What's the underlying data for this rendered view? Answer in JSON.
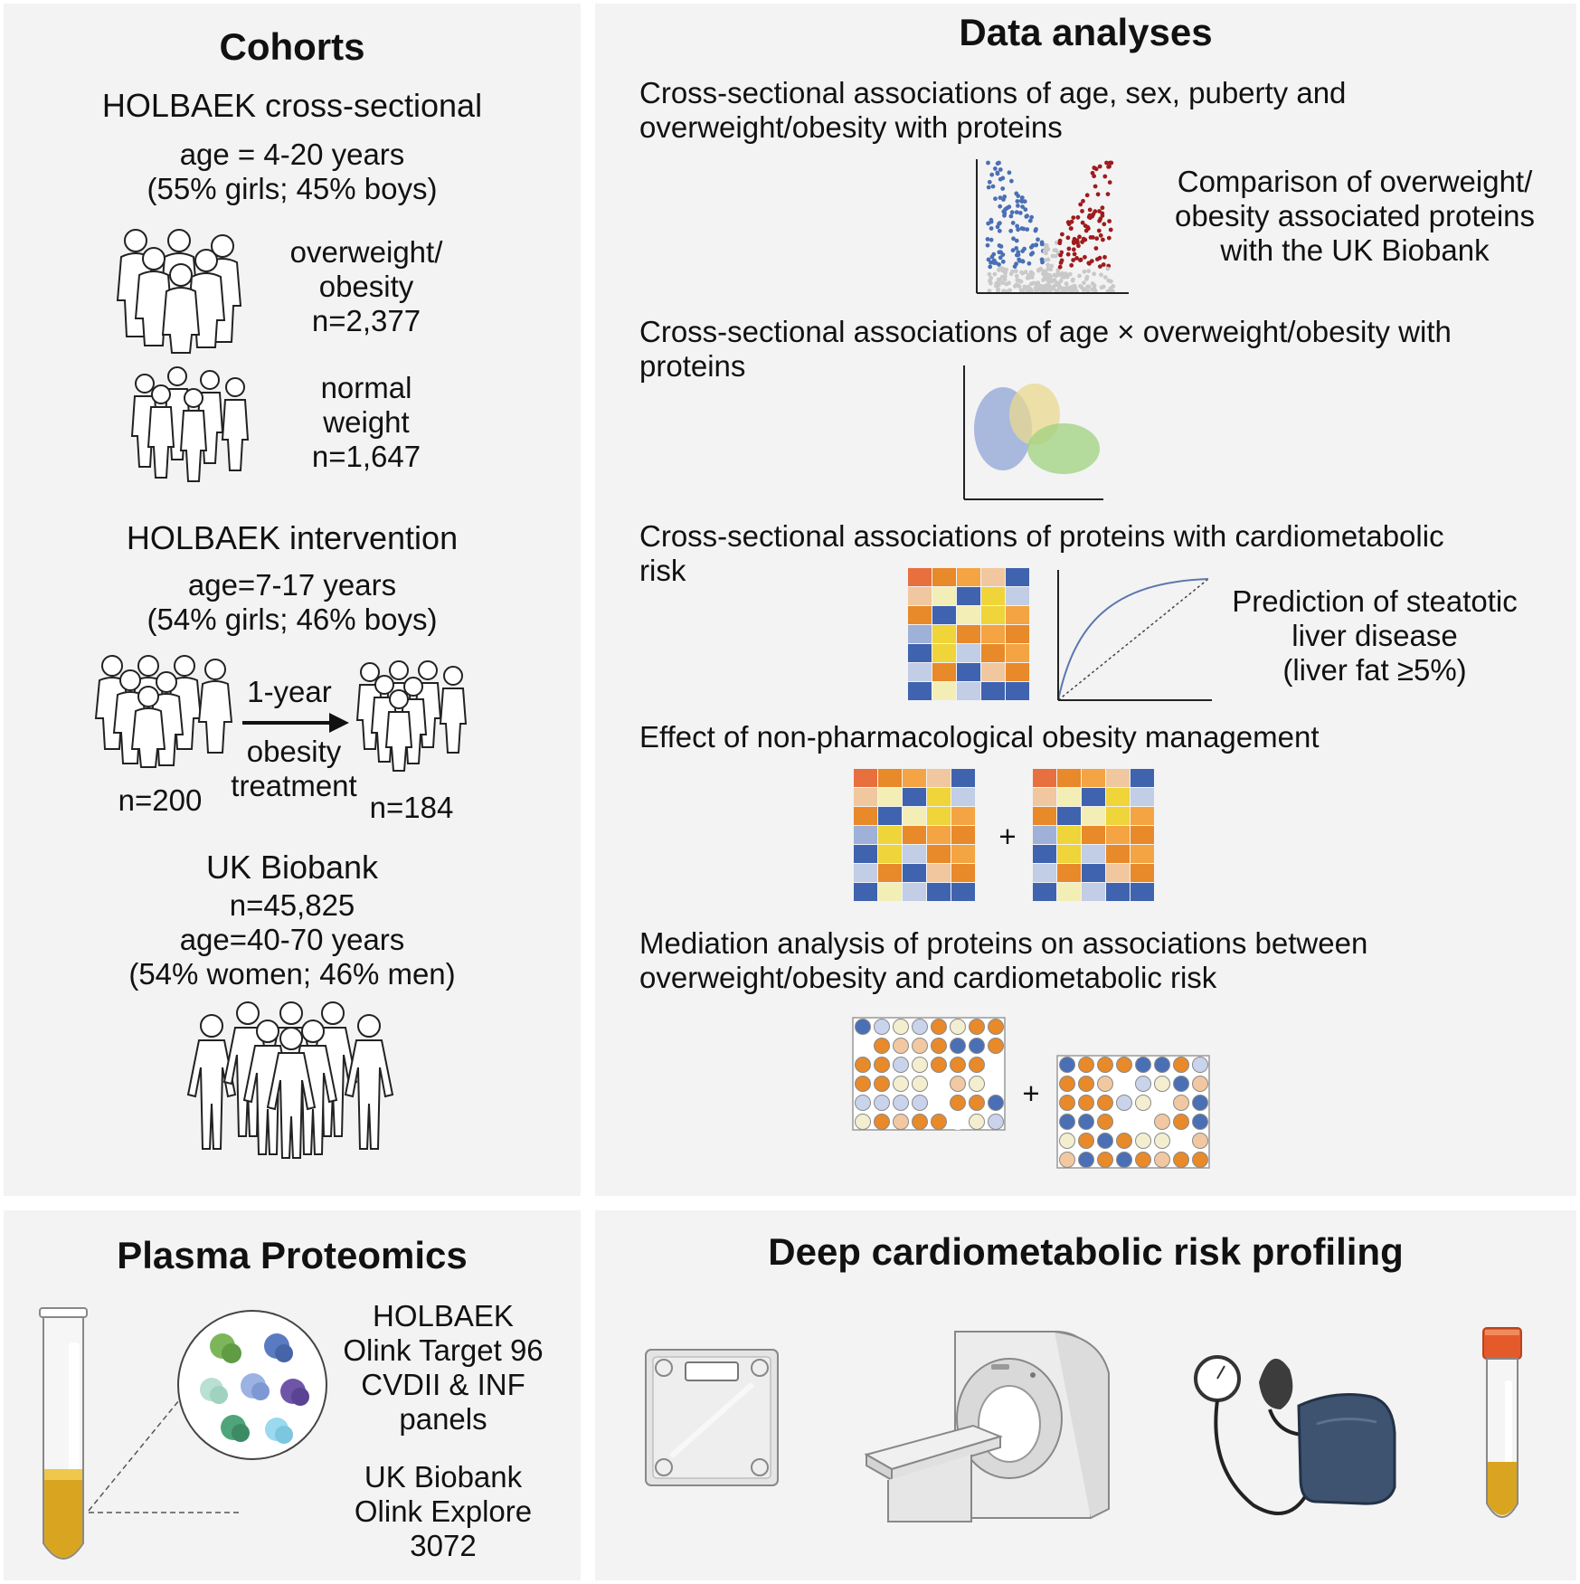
{
  "cohorts": {
    "title": "Cohorts",
    "holbaek_cs": {
      "title": "HOLBAEK cross-sectional",
      "age": "age = 4-20 years",
      "sex": "(55% girls; 45% boys)",
      "ow": [
        "overweight/",
        "obesity",
        "n=2,377"
      ],
      "nw": [
        "normal",
        "weight",
        "n=1,647"
      ]
    },
    "holbaek_int": {
      "title": "HOLBAEK intervention",
      "age": "age=7-17 years",
      "sex": "(54% girls; 46% boys)",
      "duration": "1-year",
      "treatment": [
        "obesity",
        "treatment"
      ],
      "n_before": "n=200",
      "n_after": "n=184"
    },
    "ukb": {
      "title": "UK Biobank",
      "n": "n=45,825",
      "age": "age=40-70 years",
      "sex": "(54% women; 46% men)"
    }
  },
  "analyses": {
    "title": "Data analyses",
    "a1": [
      "Cross-sectional associations of age, sex, puberty and",
      "overweight/obesity with proteins"
    ],
    "a1_note": [
      "Comparison of overweight/",
      "obesity associated proteins",
      "with the UK Biobank"
    ],
    "a2": [
      "Cross-sectional associations of age × overweight/obesity with",
      "proteins"
    ],
    "a3": [
      "Cross-sectional associations of proteins with cardiometabolic",
      "risk"
    ],
    "a3_note": [
      "Prediction of steatotic",
      "liver disease",
      "(liver fat  ≥5%)"
    ],
    "a4": "Effect of non-pharmacological obesity management",
    "a5": [
      "Mediation analysis of proteins on associations between",
      "overweight/obesity and cardiometabolic risk"
    ],
    "plus": "+"
  },
  "proteomics": {
    "title": "Plasma Proteomics",
    "holbaek": [
      "HOLBAEK",
      "Olink Target 96",
      "CVDII & INF",
      "panels"
    ],
    "ukb": [
      "UK Biobank",
      "Olink Explore",
      "3072"
    ]
  },
  "profiling": {
    "title": "Deep cardiometabolic risk profiling",
    "icons": [
      "scale-icon",
      "mri-scanner-icon",
      "blood-pressure-cuff-icon",
      "blood-tube-icon"
    ]
  },
  "colors": {
    "panel": "#f3f3f3",
    "blue": "#3f63ae",
    "red": "#9e1b1e",
    "orange": "#e8892a",
    "yellow": "#efd43a"
  }
}
